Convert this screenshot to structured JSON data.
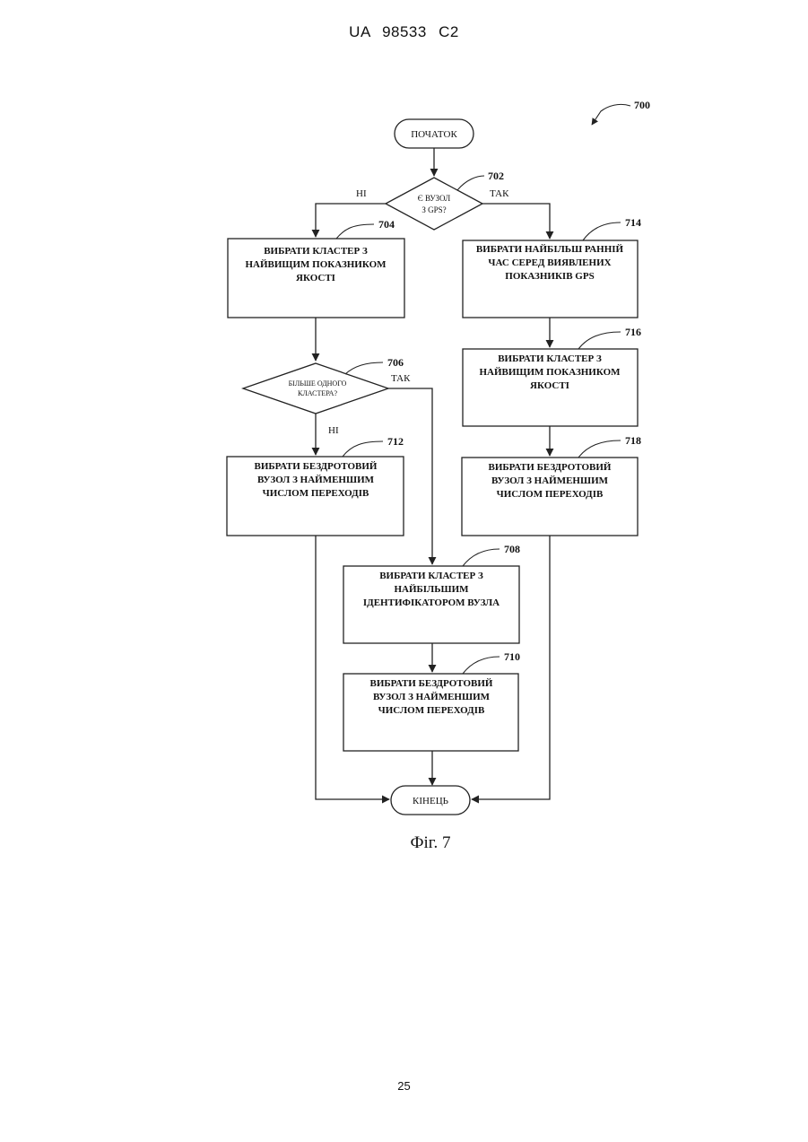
{
  "header": {
    "document_id": "UA 98533 C2"
  },
  "figure": {
    "ref": "700",
    "caption": "Фіг. 7"
  },
  "nodes": {
    "start": {
      "label": "ПОЧАТОК"
    },
    "n702": {
      "ref": "702",
      "lines": [
        "Є ВУЗОЛ",
        "З GPS?"
      ]
    },
    "n704": {
      "ref": "704",
      "lines": [
        "ВИБРАТИ КЛАСТЕР З",
        "НАЙВИЩИМ ПОКАЗНИКОМ",
        "ЯКОСТІ"
      ]
    },
    "n714": {
      "ref": "714",
      "lines": [
        "ВИБРАТИ НАЙБІЛЬШ РАННІЙ",
        "ЧАС СЕРЕД ВИЯВЛЕНИХ",
        "ПОКАЗНИКІВ GPS"
      ]
    },
    "n706": {
      "ref": "706",
      "lines": [
        "БІЛЬШЕ ОДНОГО",
        "КЛАСТЕРА?"
      ]
    },
    "n716": {
      "ref": "716",
      "lines": [
        "ВИБРАТИ КЛАСТЕР З",
        "НАЙВИЩИМ ПОКАЗНИКОМ",
        "ЯКОСТІ"
      ]
    },
    "n712": {
      "ref": "712",
      "lines": [
        "ВИБРАТИ БЕЗДРОТОВИЙ",
        "ВУЗОЛ З НАЙМЕНШИМ",
        "ЧИСЛОМ ПЕРЕХОДІВ"
      ]
    },
    "n718": {
      "ref": "718",
      "lines": [
        "ВИБРАТИ БЕЗДРОТОВИЙ",
        "ВУЗОЛ З НАЙМЕНШИМ",
        "ЧИСЛОМ ПЕРЕХОДІВ"
      ]
    },
    "n708": {
      "ref": "708",
      "lines": [
        "ВИБРАТИ КЛАСТЕР З",
        "НАЙБІЛЬШИМ",
        "ІДЕНТИФІКАТОРОМ ВУЗЛА"
      ]
    },
    "n710": {
      "ref": "710",
      "lines": [
        "ВИБРАТИ БЕЗДРОТОВИЙ",
        "ВУЗОЛ З НАЙМЕНШИМ",
        "ЧИСЛОМ ПЕРЕХОДІВ"
      ]
    },
    "end": {
      "label": "КІНЕЦЬ"
    }
  },
  "edge_labels": {
    "n702_no": "НІ",
    "n702_yes": "ТАК",
    "n706_yes": "ТАК",
    "n706_no": "НІ"
  },
  "footer": {
    "page_number": "25"
  }
}
